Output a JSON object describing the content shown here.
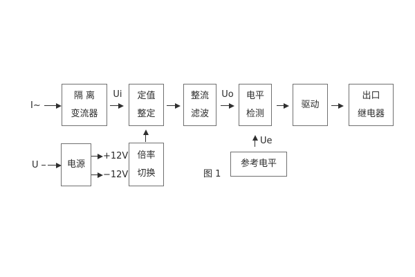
{
  "caption": "图 1",
  "labels": {
    "input_current": "I~",
    "input_voltage": "U",
    "ui": "Ui",
    "uo": "Uo",
    "ue": "Ue",
    "plus_12v": "+12V",
    "minus_12v": "−12V"
  },
  "blocks": {
    "isolation": {
      "line1": "隔 离",
      "line2": "变流器"
    },
    "value_setting": {
      "line1": "定值",
      "line2": "整定"
    },
    "rectify_filter": {
      "line1": "整流",
      "line2": "滤波"
    },
    "level_detect": {
      "line1": "电平",
      "line2": "检测"
    },
    "drive": {
      "label": "驱动"
    },
    "output_relay": {
      "line1": "出口",
      "line2": "继电器"
    },
    "power": {
      "label": "电源"
    },
    "ratio_switch": {
      "line1": "倍率",
      "line2": "切换"
    },
    "reference_level": {
      "label": "参考电平"
    }
  },
  "colors": {
    "background": "#ffffff",
    "box_border": "#6f6f6f",
    "line": "#2f2f2f",
    "text": "#2b2b2b"
  }
}
